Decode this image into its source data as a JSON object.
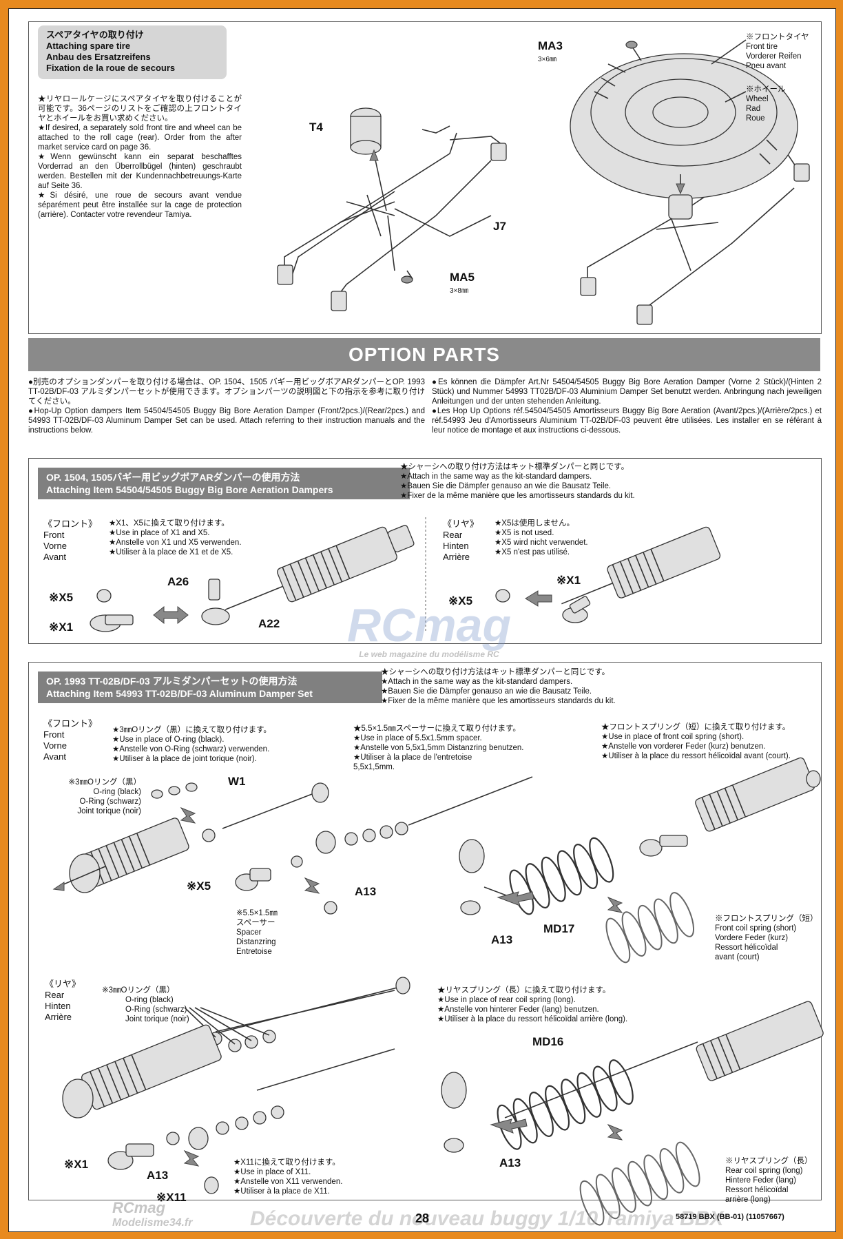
{
  "spare": {
    "title": [
      "スペアタイヤの取り付け",
      "Attaching spare tire",
      "Anbau des Ersatzreifens",
      "Fixation de la roue de secours"
    ],
    "notes": [
      "★リヤロールケージにスペアタイヤを取り付けることが可能です。36ページのリストをご確認の上フロントタイヤとホイールをお買い求めください。",
      "★If desired, a separately sold front tire and wheel can be attached to the roll cage (rear). Order from the after market service card on page 36.",
      "★Wenn gewünscht kann ein separat beschafftes Vorderrad an den Überrollbügel (hinten) geschraubt werden. Bestellen mit der Kundennachbetreuungs-Karte auf Seite 36.",
      "★Si désiré, une roue de secours avant vendue séparément peut être installée sur la cage de protection (arrière). Contacter votre revendeur Tamiya."
    ],
    "labels": {
      "t4": "T4",
      "j7": "J7",
      "ma5": "MA5",
      "ma5_size": "3×8㎜",
      "ma3": "MA3",
      "ma3_size": "3×6㎜"
    },
    "tire_label": [
      "※フロントタイヤ",
      "Front tire",
      "Vorderer Reifen",
      "Pneu avant"
    ],
    "wheel_label": [
      "※ホイール",
      "Wheel",
      "Rad",
      "Roue"
    ]
  },
  "option": {
    "banner": "OPTION PARTS",
    "left": [
      "●別売のオプションダンパーを取り付ける場合は、OP. 1504、1505 バギー用ビッグボアARダンパーとOP. 1993 TT-02B/DF-03 アルミダンパーセットが使用できます。オプションパーツの説明図と下の指示を参考に取り付けてください。",
      "●Hop-Up Option dampers Item 54504/54505 Buggy Big Bore Aeration Damper (Front/2pcs.)/(Rear/2pcs.) and 54993 TT-02B/DF-03 Aluminum Damper Set can be used. Attach referring to their instruction manuals and the instructions below."
    ],
    "right": [
      "●Es können die Dämpfer Art.Nr 54504/54505 Buggy Big Bore Aeration Damper (Vorne 2 Stück)/(Hinten 2 Stück) und Nummer 54993 TT02B/DF-03 Aluminium Damper Set benutzt werden. Anbringung nach jeweiligen Anleitungen und der unten stehenden Anleitung.",
      "●Les Hop Up Options réf.54504/54505 Amortisseurs Buggy Big Bore Aeration (Avant/2pcs.)/(Arrière/2pcs.) et réf.54993 Jeu d'Amortisseurs Aluminium TT-02B/DF-03 peuvent être utilisées. Les installer en se référant à leur notice de montage et aux instructions ci-dessous."
    ]
  },
  "op1504": {
    "header": [
      "OP. 1504, 1505バギー用ビッグボアARダンパーの使用方法",
      "Attaching Item 54504/54505 Buggy Big Bore Aeration Dampers"
    ],
    "attach": [
      "★シャーシへの取り付け方法はキット標準ダンパーと同じです。",
      "★Attach in the same way as the kit-standard dampers.",
      "★Bauen Sie die Dämpfer genauso an wie die Bausatz Teile.",
      "★Fixer de la même manière que les amortisseurs standards du kit."
    ],
    "front_title": [
      "《フロント》",
      "Front",
      "Vorne",
      "Avant"
    ],
    "front_notes": [
      "★X1、X5に換えて取り付けます。",
      "★Use in place of X1 and X5.",
      "★Anstelle von X1 und X5 verwenden.",
      "★Utiliser à la place de X1 et de X5."
    ],
    "rear_title": [
      "《リヤ》",
      "Rear",
      "Hinten",
      "Arrière"
    ],
    "rear_notes": [
      "★X5は使用しません。",
      "★X5 is not used.",
      "★X5 wird nicht verwendet.",
      "★X5 n'est pas utilisé."
    ],
    "labels": {
      "x5": "※X5",
      "x1": "※X1",
      "a26": "A26",
      "a22": "A22",
      "x5r": "※X5",
      "x1r": "※X1"
    }
  },
  "op1993": {
    "header": [
      "OP. 1993 TT-02B/DF-03 アルミダンパーセットの使用方法",
      "Attaching Item 54993 TT-02B/DF-03 Aluminum Damper Set"
    ],
    "attach": [
      "★シャーシへの取り付け方法はキット標準ダンパーと同じです。",
      "★Attach in the same way as the kit-standard dampers.",
      "★Bauen Sie die Dämpfer genauso an wie die Bausatz Teile.",
      "★Fixer de la même manière que les amortisseurs standards du kit."
    ],
    "front_title": [
      "《フロント》",
      "Front",
      "Vorne",
      "Avant"
    ],
    "oring_notes": [
      "★3㎜Oリング（黒）に換えて取り付けます。",
      "★Use in place of O-ring (black).",
      "★Anstelle von O-Ring (schwarz) verwenden.",
      "★Utiliser à la place de joint torique (noir)."
    ],
    "spacer_notes": [
      "★5.5×1.5㎜スペーサーに換えて取り付けます。",
      "★Use in place of 5.5x1.5mm spacer.",
      "★Anstelle von 5,5x1,5mm Distanzring benutzen.",
      "★Utiliser à la place de l'entretoise",
      "5,5x1,5mm."
    ],
    "spring_notes": [
      "★フロントスプリング（短）に換えて取り付けます。",
      "★Use in place of front coil spring (short).",
      "★Anstelle von vorderer Feder (kurz) benutzen.",
      "★Utiliser à la place du ressort hélicoïdal avant (court)."
    ],
    "oring_label": [
      "※3㎜Oリング（黒）",
      "O-ring (black)",
      "O-Ring (schwarz)",
      "Joint torique (noir)"
    ],
    "spacer_label": [
      "※5.5×1.5㎜",
      "スペーサー",
      "Spacer",
      "Distanzring",
      "Entretoise"
    ],
    "spring_label": [
      "※フロントスプリング（短）",
      "Front coil spring (short)",
      "Vordere Feder (kurz)",
      "Ressort hélicoïdal",
      "avant (court)"
    ],
    "labels": {
      "w1": "W1",
      "x5": "※X5",
      "a13": "A13",
      "a13b": "A13",
      "md17": "MD17"
    },
    "rear_title": [
      "《リヤ》",
      "Rear",
      "Hinten",
      "Arrière"
    ],
    "rear_oring_label": [
      "※3㎜Oリング（黒）",
      "O-ring (black)",
      "O-Ring (schwarz)",
      "Joint torique (noir)"
    ],
    "rear_spring_notes": [
      "★リヤスプリング（長）に換えて取り付けます。",
      "★Use in place of rear coil spring (long).",
      "★Anstelle von hinterer Feder (lang) benutzen.",
      "★Utiliser à la place du ressort hélicoïdal arrière (long)."
    ],
    "x11_notes": [
      "★X11に換えて取り付けます。",
      "★Use in place of X11.",
      "★Anstelle von X11 verwenden.",
      "★Utiliser à la place de X11."
    ],
    "rear_spring_label": [
      "※リヤスプリング（長）",
      "Rear coil spring (long)",
      "Hintere Feder (lang)",
      "Ressort hélicoïdal",
      "arrière (long)"
    ],
    "rear_labels": {
      "x1": "※X1",
      "a13": "A13",
      "x11": "※X11",
      "md16": "MD16",
      "a13b": "A13"
    }
  },
  "footer": {
    "page": "28",
    "code": "58719 BBX (BB-01) (11057667)",
    "watermark": "Découverte du nouveau buggy 1/10 Tamiya BBX",
    "logo": "RCmag",
    "logo_sub": "Modelisme34.fr",
    "center_logo": "RCmag",
    "center_sub": "Le web magazine du modélisme RC"
  }
}
